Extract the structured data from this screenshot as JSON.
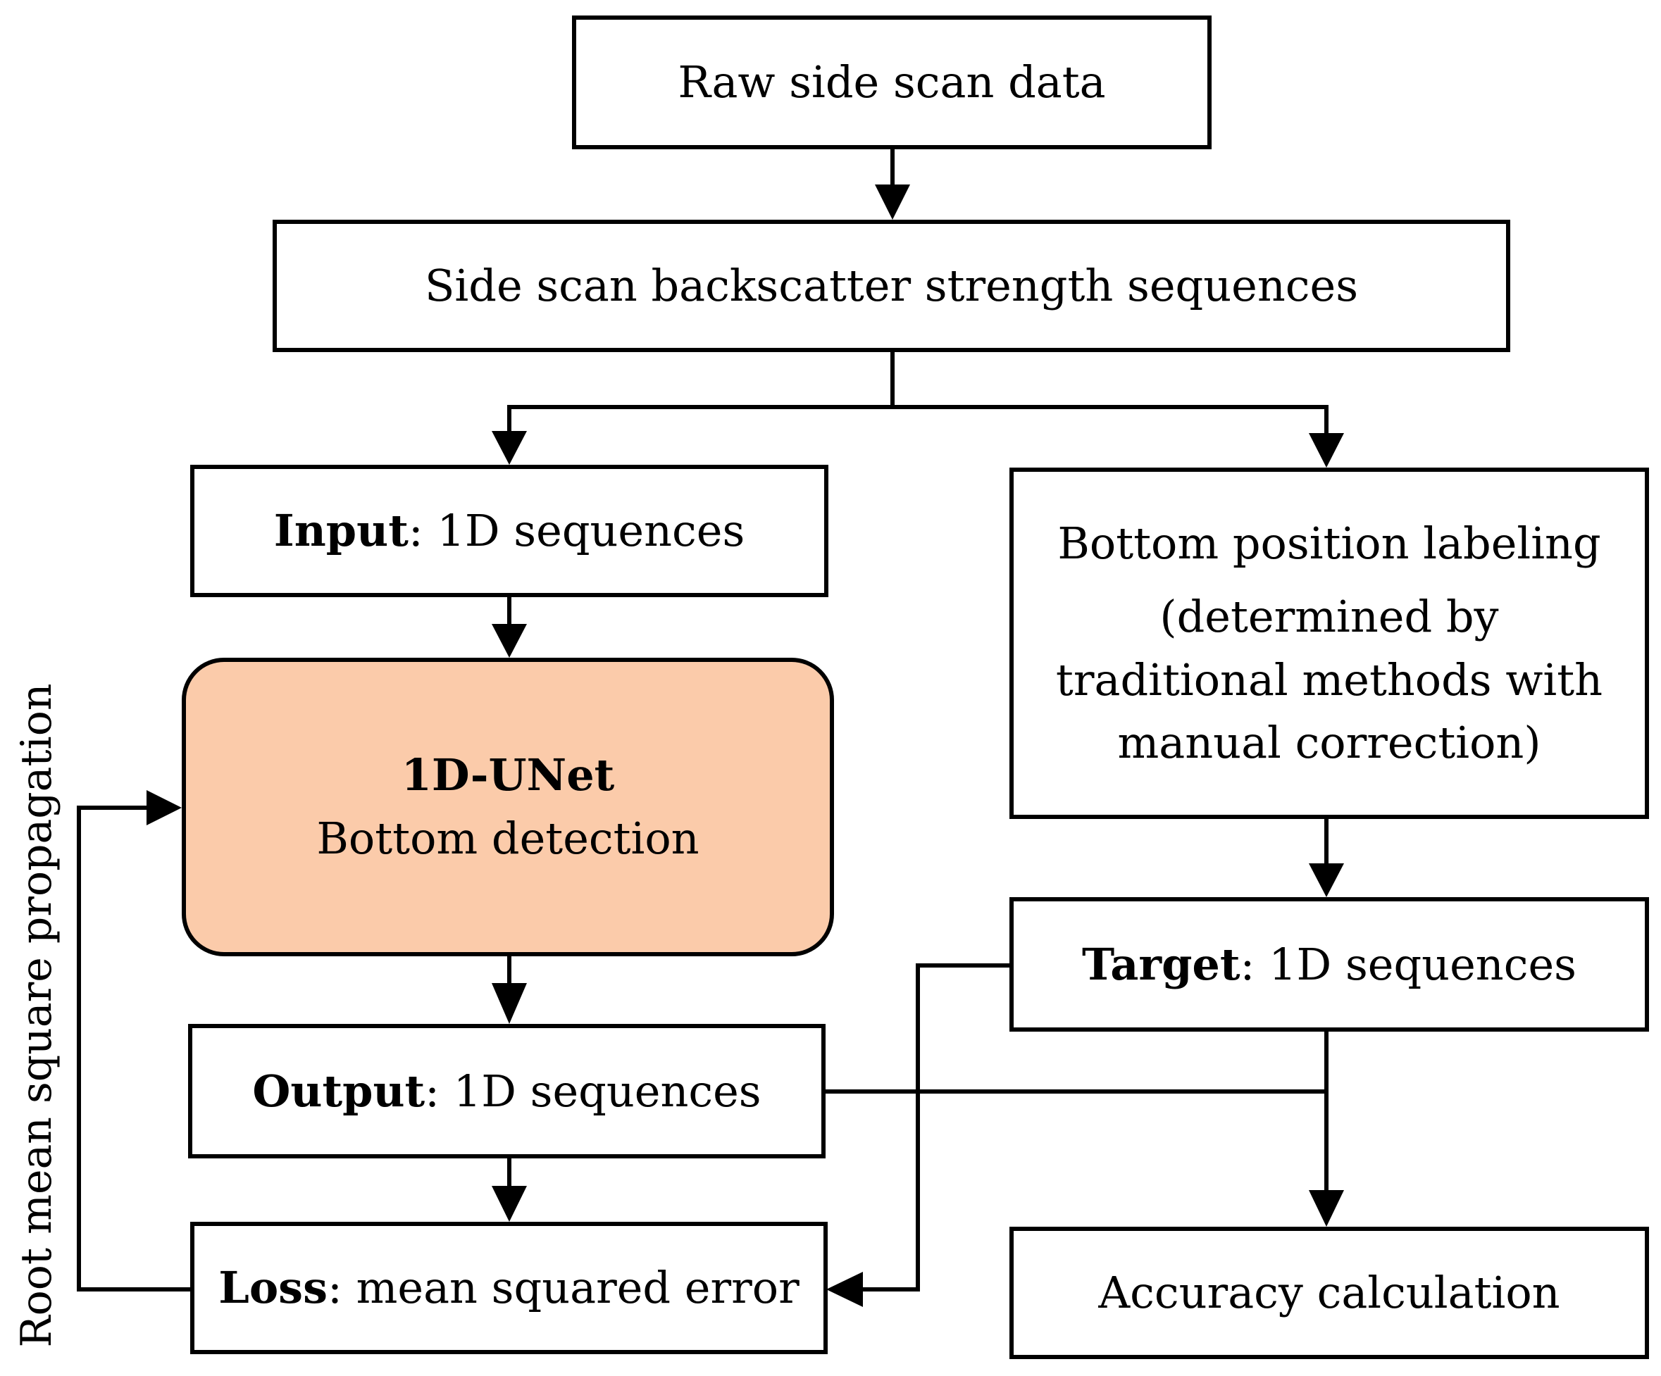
{
  "diagram": {
    "nodes": {
      "raw": {
        "text": "Raw side scan data"
      },
      "backscatter": {
        "text": "Side scan backscatter strength sequences"
      },
      "input": {
        "bold": "Input",
        "rest": ": 1D sequences"
      },
      "labeling": {
        "line1": "Bottom position labeling",
        "line2": "(determined by",
        "line3": "traditional methods with",
        "line4": "manual correction)"
      },
      "unet": {
        "line1": "1D-UNet",
        "line2": "Bottom detection"
      },
      "target": {
        "bold": "Target",
        "rest": ": 1D sequences"
      },
      "output": {
        "bold": "Output",
        "rest": ": 1D sequences"
      },
      "loss": {
        "bold": "Loss",
        "rest": ": mean squared error"
      },
      "accuracy": {
        "text": "Accuracy calculation"
      }
    },
    "side_label": "Root mean square propagation",
    "colors": {
      "stroke": "#000000",
      "unet_fill": "#fbcbaa",
      "box_fill": "#ffffff"
    }
  }
}
